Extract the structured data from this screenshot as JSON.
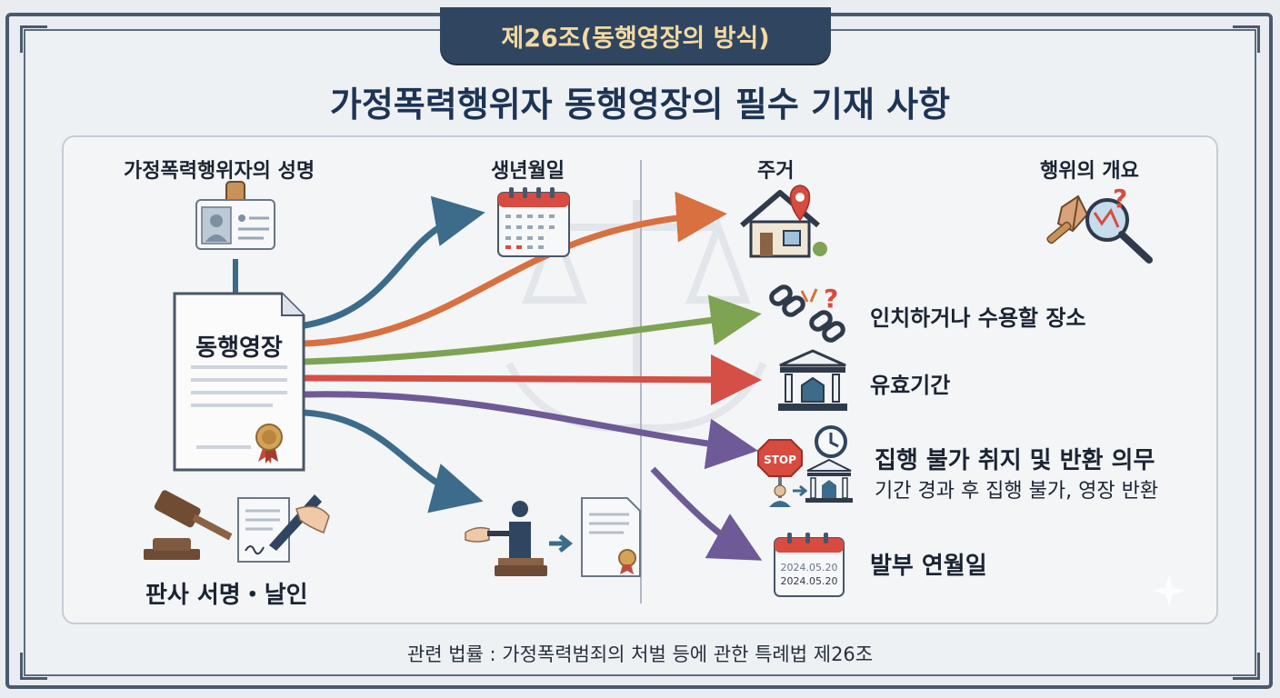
{
  "header": {
    "article_tab": "제26조(동행영장의 방식)",
    "title": "가정폭력행위자 동행영장의 필수 기재 사항"
  },
  "document": {
    "label": "동행영장"
  },
  "items": {
    "name": "가정폭력행위자의 성명",
    "birth": "생년월일",
    "address": "주거",
    "overview": "행위의 개요",
    "place": "인치하거나 수용할 장소",
    "validity": "유효기간",
    "duty_title": "집행 불가 취지 및 반환 의무",
    "duty_desc": "기간 경과 후 집행 불가, 영장 반환",
    "issue_date": "발부 연월일",
    "judge": "판사 서명・날인"
  },
  "icons": {
    "stop_sign": "STOP",
    "calendar_date_1": "2024.05.20",
    "calendar_date_2": "2024.05.20"
  },
  "footer": {
    "law": "관련 법률 : 가정폭력범죄의 처벌 등에 관한 특례법 제26조"
  },
  "colors": {
    "navy": "#2f4560",
    "blue_arrow": "#3d6b8a",
    "orange_arrow": "#d8703f",
    "green_arrow": "#7ea352",
    "red_arrow": "#d44f45",
    "purple_arrow": "#6e5a96"
  }
}
